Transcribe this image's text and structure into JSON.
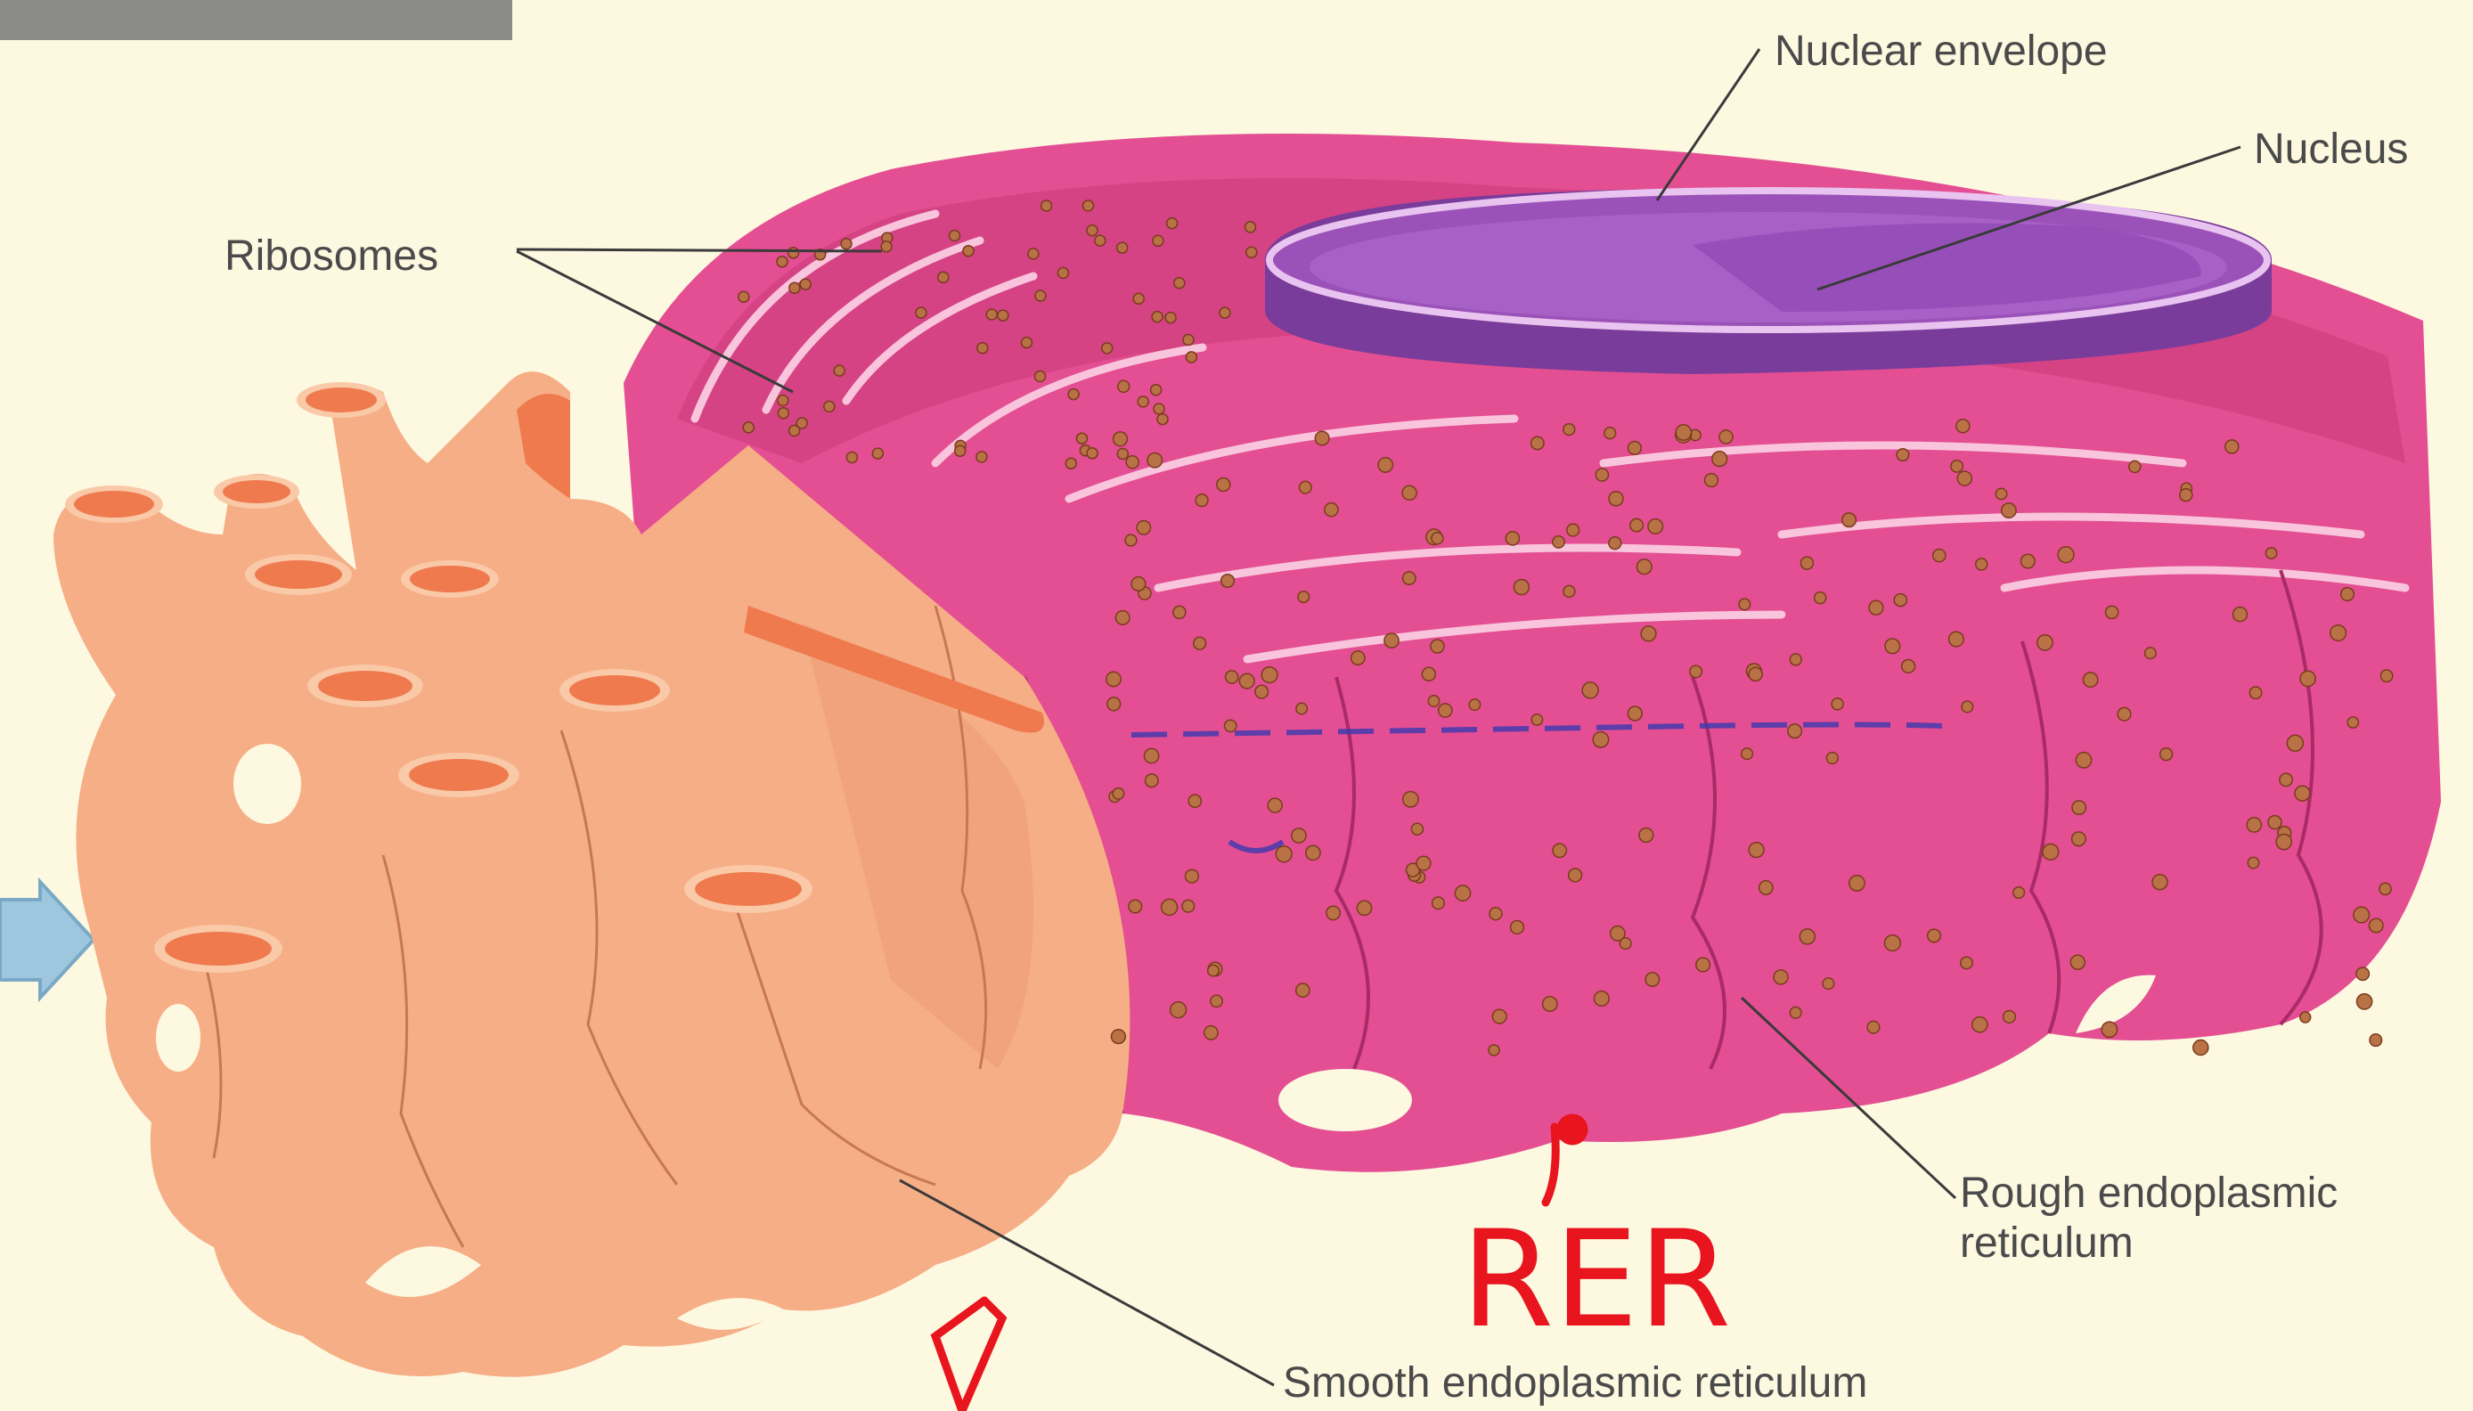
{
  "labels": {
    "nuclear_envelope": "Nuclear envelope",
    "nucleus": "Nucleus",
    "ribosomes": "Ribosomes",
    "rough_er_line1": "Rough endoplasmic",
    "rough_er_line2": "reticulum",
    "smooth_er": "Smooth endoplasmic reticulum"
  },
  "annotations": {
    "rer": "RER"
  },
  "colors": {
    "background": "#fdf8e0",
    "smooth_er": "#f6ae86",
    "rough_er": "#e44e92",
    "nucleus": "#9b52b8",
    "ribosome": "#b87246",
    "annotation_ink": "#e8141e"
  }
}
